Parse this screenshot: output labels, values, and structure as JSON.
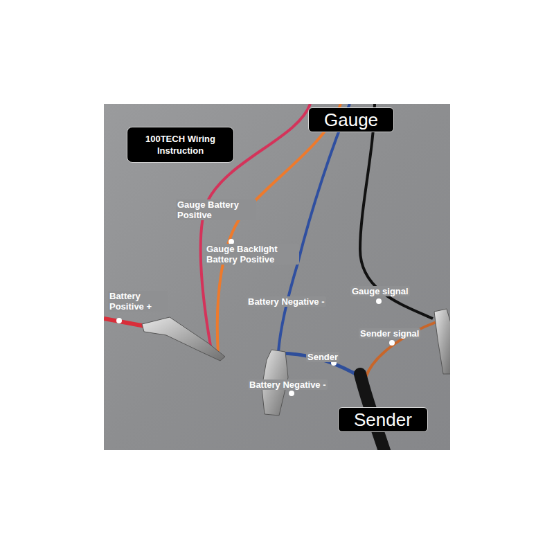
{
  "diagram": {
    "nodes": [
      {
        "text": [
          "100TECH Wiring Instruction"
        ]
      },
      {
        "text": [
          "Gauge"
        ]
      },
      {
        "text": [
          "Sender"
        ]
      }
    ],
    "labels": [
      "Gauge Battery Positive",
      "Gauge Backlight Battery Positive",
      "Battery Positive +",
      "Battery Negative -",
      "Gauge signal",
      "Sender signal",
      "Sender",
      "Battery Negative -"
    ]
  }
}
